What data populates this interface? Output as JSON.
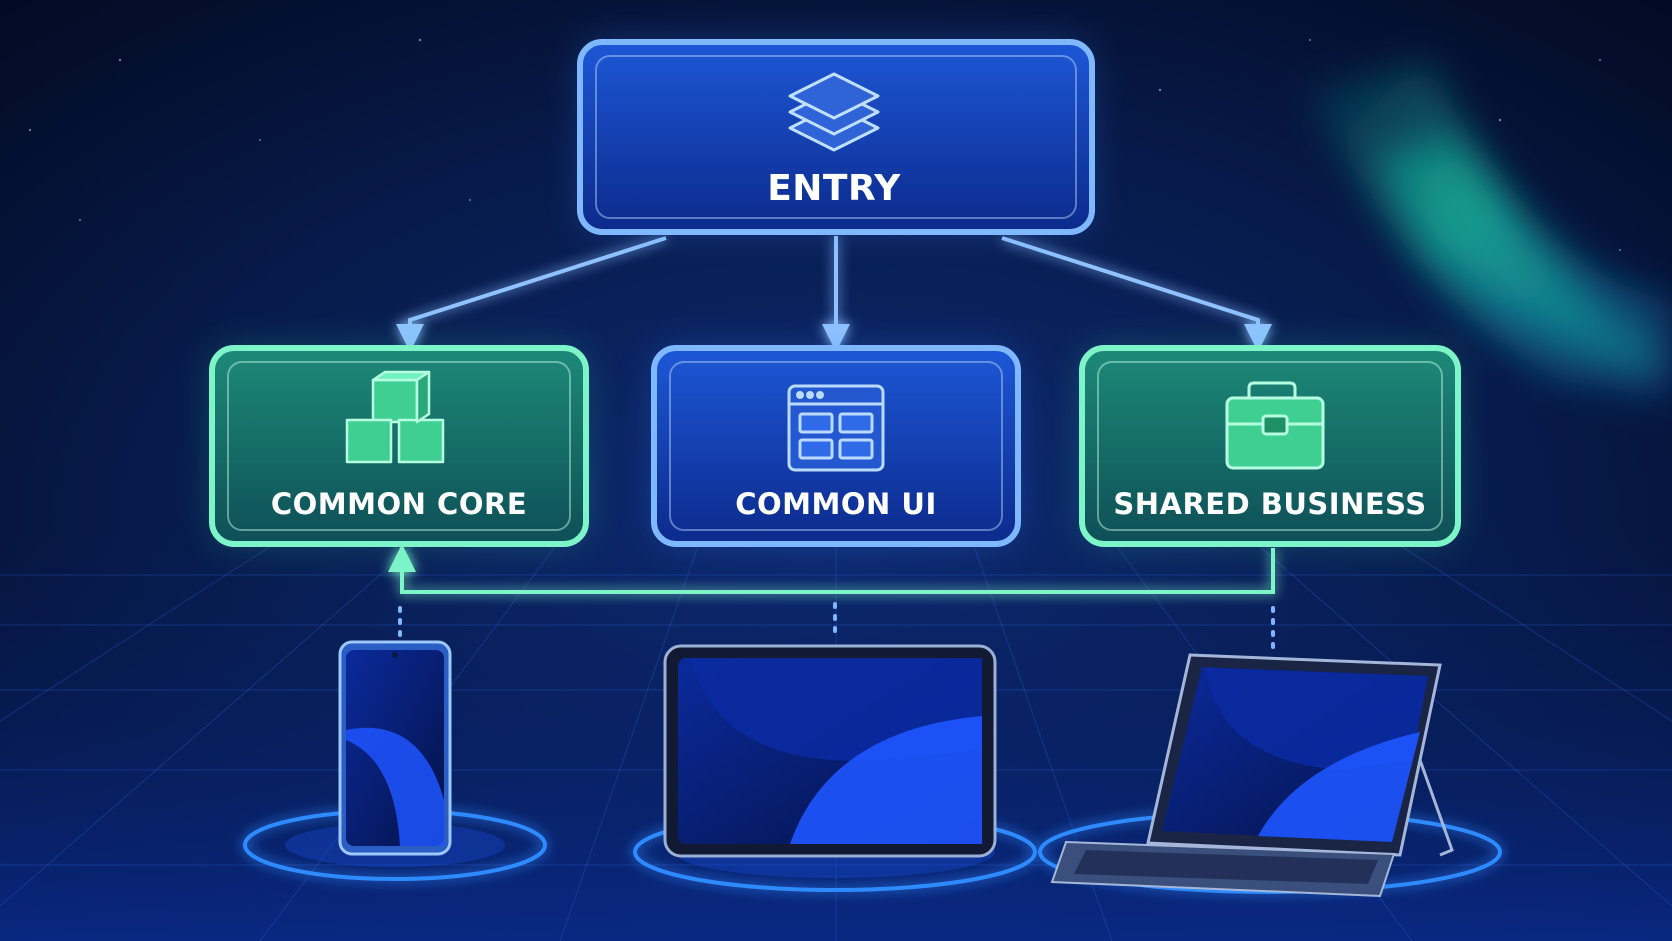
{
  "modules": {
    "entry": {
      "label": "ENTRY",
      "icon": "layers-icon"
    },
    "common_core": {
      "label": "COMMON CORE",
      "icon": "cubes-icon"
    },
    "common_ui": {
      "label": "COMMON UI",
      "icon": "window-layout-icon"
    },
    "shared_business": {
      "label": "SHARED BUSINESS",
      "icon": "briefcase-icon"
    }
  },
  "devices": [
    {
      "type": "phone",
      "icon": "phone-icon"
    },
    {
      "type": "tablet",
      "icon": "tablet-icon"
    },
    {
      "type": "tablet-with-keyboard",
      "icon": "laptop-tablet-icon"
    }
  ],
  "colors": {
    "background": "#04102e",
    "blue_accent": "#3d8bff",
    "green_accent": "#3ee8a8",
    "aurora": "#19d3b0"
  }
}
